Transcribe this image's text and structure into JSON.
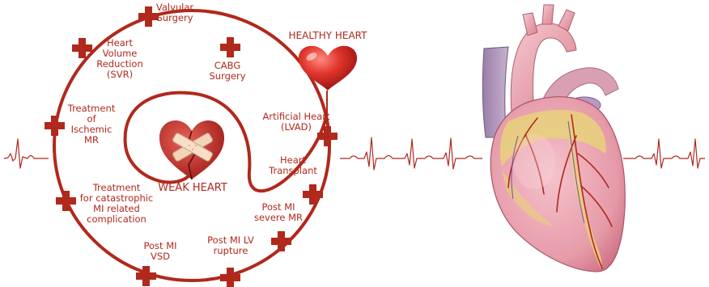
{
  "colors": {
    "accent": "#b1281c",
    "heart_red": "#e0342a",
    "anatomy_pink": "#e9a0ad",
    "anatomy_yellow": "#e8d27a"
  },
  "titles": {
    "healthy": "HEALTHY HEART",
    "weak": "WEAK HEART"
  },
  "treatments": [
    {
      "id": "valvular",
      "lines": [
        "Valvular",
        "Surgery"
      ]
    },
    {
      "id": "cabg",
      "lines": [
        "CABG",
        "Surgery"
      ]
    },
    {
      "id": "svr",
      "lines": [
        "Heart",
        "Volume",
        "Reduction",
        "(SVR)"
      ]
    },
    {
      "id": "ischemic-mr",
      "lines": [
        "Treatment",
        "of",
        "Ischemic",
        "MR"
      ]
    },
    {
      "id": "lvad",
      "lines": [
        "Artificial Heart",
        "(LVAD)"
      ]
    },
    {
      "id": "transplant",
      "lines": [
        "Heart",
        "Transplant"
      ]
    },
    {
      "id": "catastrophic",
      "lines": [
        "Treatment",
        "for catastrophic",
        "MI related",
        "complication"
      ]
    },
    {
      "id": "post-mi-mr",
      "lines": [
        "Post MI",
        "severe MR"
      ]
    },
    {
      "id": "post-mi-lv",
      "lines": [
        "Post MI LV",
        "rupture"
      ]
    },
    {
      "id": "post-mi-vsd",
      "lines": [
        "Post MI",
        "VSD"
      ]
    }
  ],
  "icons": {
    "cross": "medical-cross-icon",
    "healthy": "heart-balloon-icon",
    "weak": "bandaged-heart-icon",
    "anatomy": "anatomical-heart-illustration",
    "ecg": "ecg-trace"
  }
}
